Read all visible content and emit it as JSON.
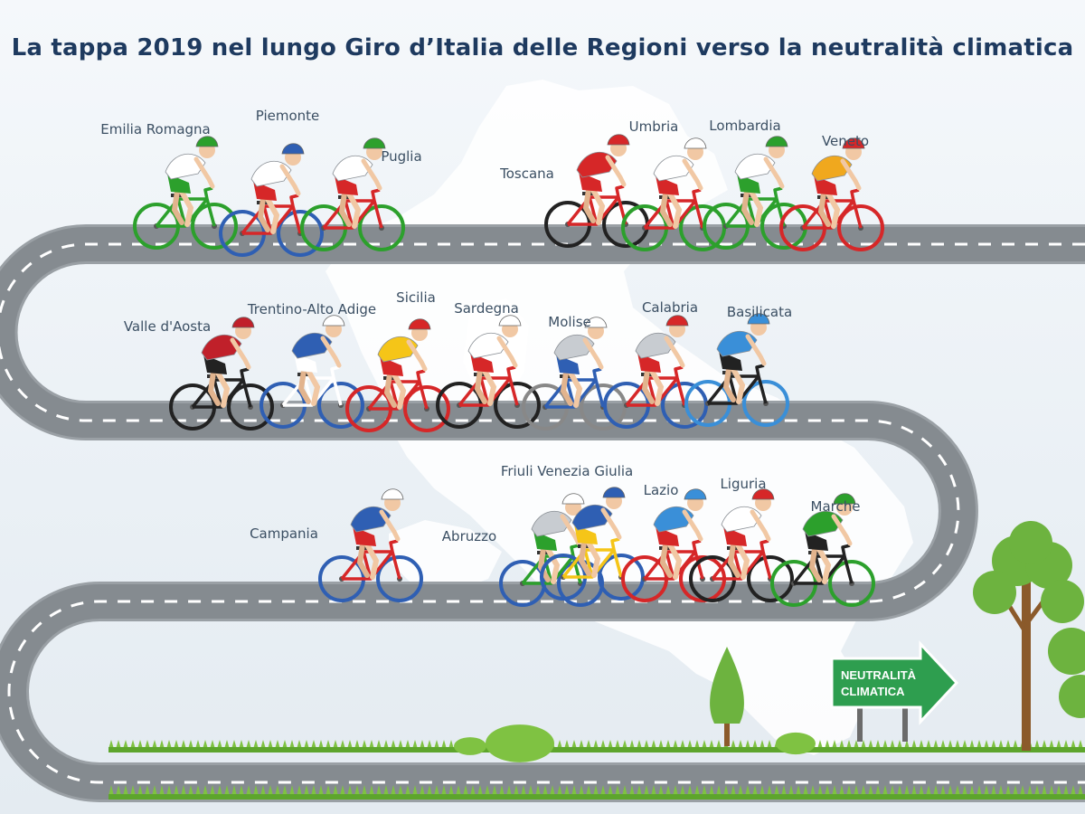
{
  "title": "La tappa 2019 nel lungo Giro d’Italia delle Regioni verso la neutralità climatica",
  "regions": [
    {
      "name": "Emilia Romagna",
      "jersey": "#ffffff",
      "accent": "#2ca02c",
      "helmet": "#2ca02c",
      "wheel": "#2ca02c"
    },
    {
      "name": "Piemonte",
      "jersey": "#ffffff",
      "accent": "#d62728",
      "helmet": "#2f5fb3",
      "wheel": "#2f5fb3"
    },
    {
      "name": "Puglia",
      "jersey": "#ffffff",
      "accent": "#d62728",
      "helmet": "#2ca02c",
      "wheel": "#2ca02c"
    },
    {
      "name": "Toscana",
      "jersey": "#d62728",
      "accent": "#d62728",
      "helmet": "#d62728",
      "wheel": "#222222"
    },
    {
      "name": "Umbria",
      "jersey": "#ffffff",
      "accent": "#d62728",
      "helmet": "#ffffff",
      "wheel": "#2ca02c"
    },
    {
      "name": "Lombardia",
      "jersey": "#ffffff",
      "accent": "#2ca02c",
      "helmet": "#2ca02c",
      "wheel": "#2ca02c"
    },
    {
      "name": "Veneto",
      "jersey": "#f0a81e",
      "accent": "#d62728",
      "helmet": "#d62728",
      "wheel": "#d62728"
    },
    {
      "name": "Valle d'Aosta",
      "jersey": "#c0202a",
      "accent": "#222222",
      "helmet": "#c0202a",
      "wheel": "#222222"
    },
    {
      "name": "Trentino-Alto Adige",
      "jersey": "#2f5fb3",
      "accent": "#ffffff",
      "helmet": "#ffffff",
      "wheel": "#2f5fb3"
    },
    {
      "name": "Sicilia",
      "jersey": "#f5c518",
      "accent": "#d62728",
      "helmet": "#d62728",
      "wheel": "#d62728"
    },
    {
      "name": "Sardegna",
      "jersey": "#ffffff",
      "accent": "#d62728",
      "helmet": "#ffffff",
      "wheel": "#222222"
    },
    {
      "name": "Molise",
      "jersey": "#c8ccd1",
      "accent": "#2f5fb3",
      "helmet": "#ffffff",
      "wheel": "#888888"
    },
    {
      "name": "Calabria",
      "jersey": "#c8ccd1",
      "accent": "#d62728",
      "helmet": "#d62728",
      "wheel": "#2f5fb3"
    },
    {
      "name": "Basilicata",
      "jersey": "#3a8fd8",
      "accent": "#222222",
      "helmet": "#3a8fd8",
      "wheel": "#3a8fd8"
    },
    {
      "name": "Campania",
      "jersey": "#2f5fb3",
      "accent": "#d62728",
      "helmet": "#ffffff",
      "wheel": "#2f5fb3"
    },
    {
      "name": "Abruzzo",
      "jersey": "#c8ccd1",
      "accent": "#2ca02c",
      "helmet": "#ffffff",
      "wheel": "#2f5fb3"
    },
    {
      "name": "Friuli Venezia Giulia",
      "jersey": "#2f5fb3",
      "accent": "#f5c518",
      "helmet": "#2f5fb3",
      "wheel": "#2f5fb3"
    },
    {
      "name": "Lazio",
      "jersey": "#3a8fd8",
      "accent": "#d62728",
      "helmet": "#3a8fd8",
      "wheel": "#d62728"
    },
    {
      "name": "Liguria",
      "jersey": "#ffffff",
      "accent": "#d62728",
      "helmet": "#d62728",
      "wheel": "#222222"
    },
    {
      "name": "Marche",
      "jersey": "#2ca02c",
      "accent": "#222222",
      "helmet": "#2ca02c",
      "wheel": "#2ca02c"
    }
  ],
  "sign": {
    "line1": "NEUTRALITÀ",
    "line2": "CLIMATICA"
  },
  "colors": {
    "road": "#858b90",
    "road_edge": "#9aa0a5",
    "road_dash": "#ffffff",
    "map": "#ffffff",
    "grass": "#7fc242",
    "grass_dark": "#5da52c",
    "tree": "#6db33f",
    "trunk": "#8b5a2b",
    "sign": "#2e9e4f",
    "title": "#1e3a5f"
  }
}
